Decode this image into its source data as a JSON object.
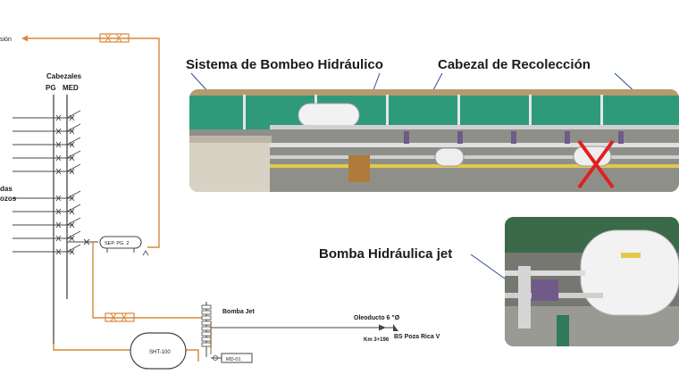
{
  "schematic": {
    "top_label": "sión",
    "header_title": "Cabezales",
    "header_pg": "PG",
    "header_med": "MED",
    "left_label_1": "das",
    "left_label_2": "ozos",
    "separator": "SEP. PG. 2",
    "pump_label": "Bomba Jet",
    "tank": "SHT-100",
    "meter": "MD-01",
    "pipeline_label": "Oleoducto 6 \"Ø",
    "km_label": "Km 3+196",
    "bs_label": "BS Poza Rica V"
  },
  "callouts": {
    "bombeo": "Sistema de Bombeo Hidráulico",
    "cabezal": "Cabezal de Recolección",
    "bomba_jet": "Bomba Hidráulica jet"
  },
  "colors": {
    "pipe_orange": "#d9873a",
    "line_dark": "#333333",
    "fence_green": "#2e9a7a",
    "tank_white": "#f2f2f2"
  }
}
